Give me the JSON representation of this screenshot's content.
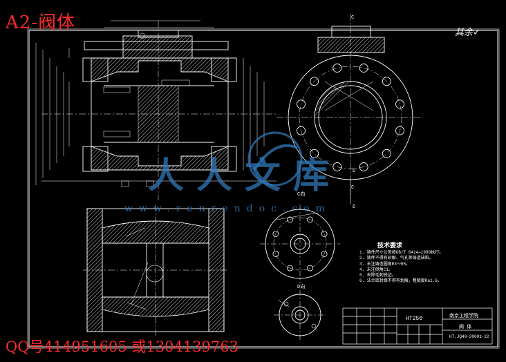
{
  "header": {
    "title": "A2-阀体",
    "contact": "QQ号414951605 或1304139763"
  },
  "watermark": {
    "text": "人人文库",
    "url": "www.renrendoc.com",
    "color": "#2f78b8"
  },
  "drawing": {
    "roughness_note": "其余",
    "section_labels": [
      "C",
      "C",
      "D",
      "D",
      "C向",
      "D向"
    ],
    "technical_requirements": {
      "title": "技术要求",
      "items": [
        "1. 铸件尺寸公差按GB/T 6414—1999执行。",
        "2. 铸件不得有砂眼、气孔等铸造缺陷。",
        "3. 未注铸造圆角R3～R5。",
        "4. 未注倒角C1。",
        "5. 去除毛刺锐边。",
        "6. 法兰密封面不得有划痕，粗糙度Ra1.6。"
      ]
    },
    "title_block": {
      "material": "HT250",
      "company": "南京工程学院",
      "part_name": "阀 体",
      "drawing_code": "HT.JQ40-20001-22"
    }
  },
  "colors": {
    "background": "#000000",
    "line": "#ffffff",
    "header_text": "#ff2a2a",
    "hatch": "#ffffff"
  }
}
